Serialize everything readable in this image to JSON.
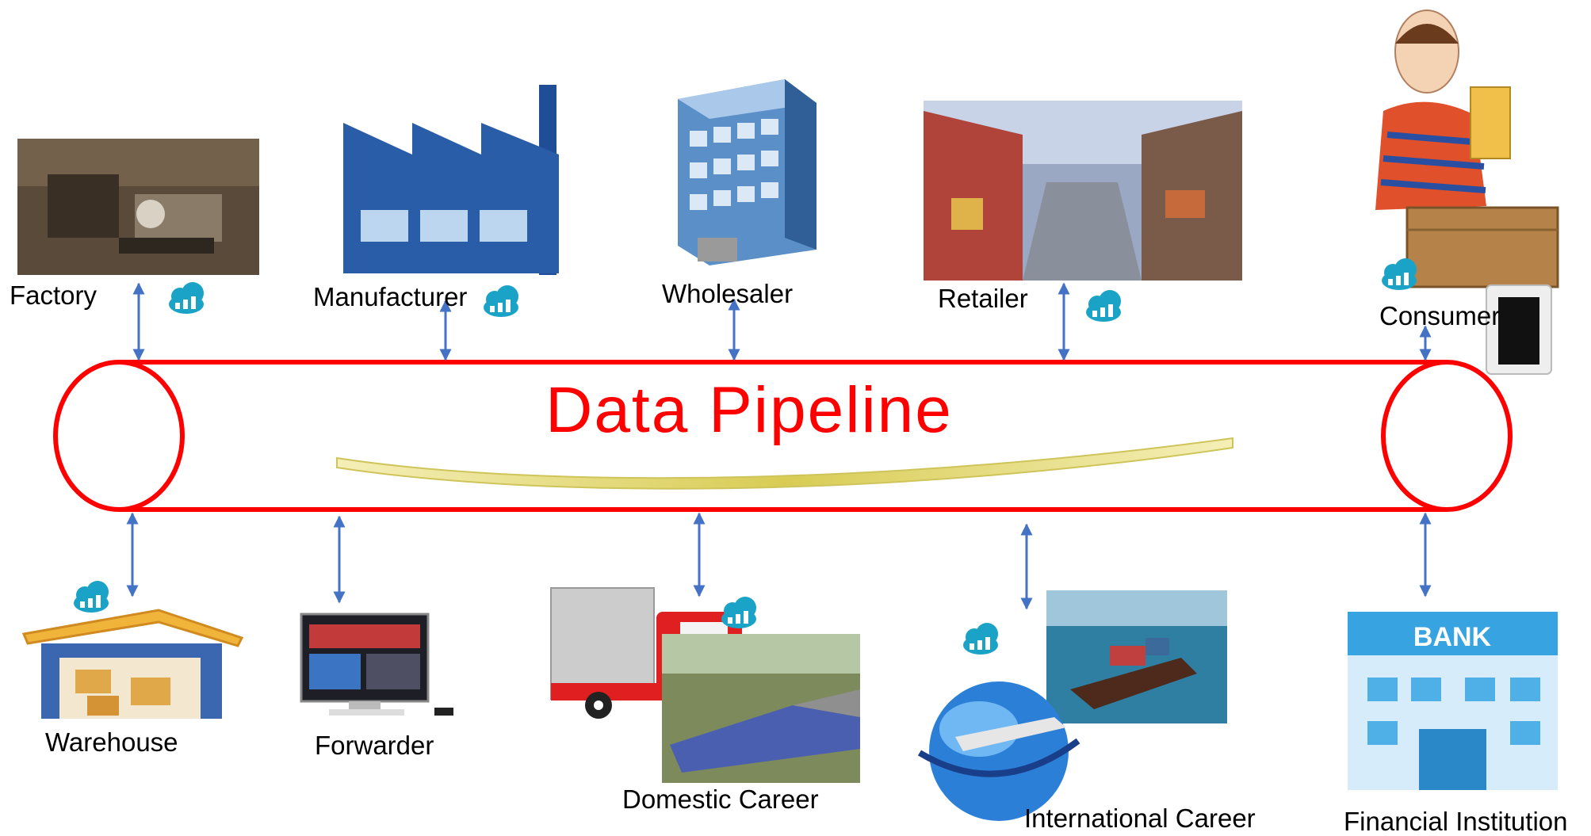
{
  "diagram": {
    "pipeline_label": "Data Pipeline",
    "upper_nodes": [
      {
        "label": "Factory",
        "icon": "factory-photo-icon"
      },
      {
        "label": "Manufacturer",
        "icon": "manufacturer-building-icon"
      },
      {
        "label": "Wholesaler",
        "icon": "office-building-icon"
      },
      {
        "label": "Retailer",
        "icon": "shopping-street-photo-icon"
      },
      {
        "label": "Consumer",
        "icon": "shopper-with-box-icon"
      }
    ],
    "lower_nodes": [
      {
        "label": "Warehouse",
        "icon": "warehouse-icon"
      },
      {
        "label": "Forwarder",
        "icon": "computer-monitor-icon"
      },
      {
        "label": "Domestic Career",
        "icon": "truck-and-train-icon"
      },
      {
        "label": "International Career",
        "icon": "globe-and-ship-icon"
      },
      {
        "label": "Financial Institution",
        "icon": "bank-icon"
      }
    ],
    "colors": {
      "pipeline": "#ff0000",
      "connector": "#4472c4",
      "cloud": "#1aa3c7",
      "data_stream": "#e8df7a"
    }
  }
}
